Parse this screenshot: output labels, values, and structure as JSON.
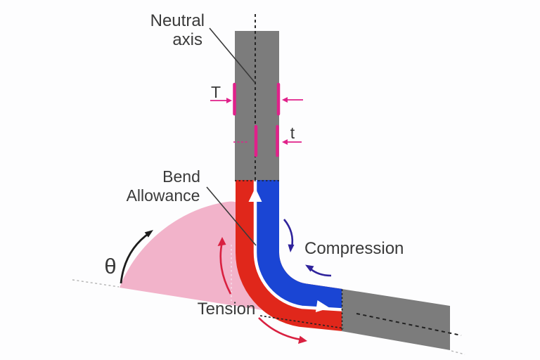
{
  "diagram": {
    "title_hint": "Sheet metal bend allowance diagram",
    "labels": {
      "neutral_axis_line1": "Neutral",
      "neutral_axis_line2": "axis",
      "bend_allowance_line1": "Bend",
      "bend_allowance_line2": "Allowance",
      "compression": "Compression",
      "tension": "Tension",
      "total_thickness": "T",
      "neutral_axis_depth": "t",
      "bend_angle": "θ"
    },
    "colors": {
      "background": "#fdfdfe",
      "sheet_gray": "#7c7c7c",
      "tension_red": "#e0271b",
      "compression_blue": "#1a45d4",
      "bend_angle_pink": "#f2b3ca",
      "dimension_magenta": "#e0218a",
      "compression_arrow_navy": "#2f239c",
      "tension_arrow_crimson": "#d92040",
      "neutral_line_white": "#ffffff",
      "text": "#3a3a3a",
      "dash_dark": "#222222",
      "dash_faint": "#b3b3b3",
      "dash_pink_light": "#f6e3ec"
    }
  }
}
